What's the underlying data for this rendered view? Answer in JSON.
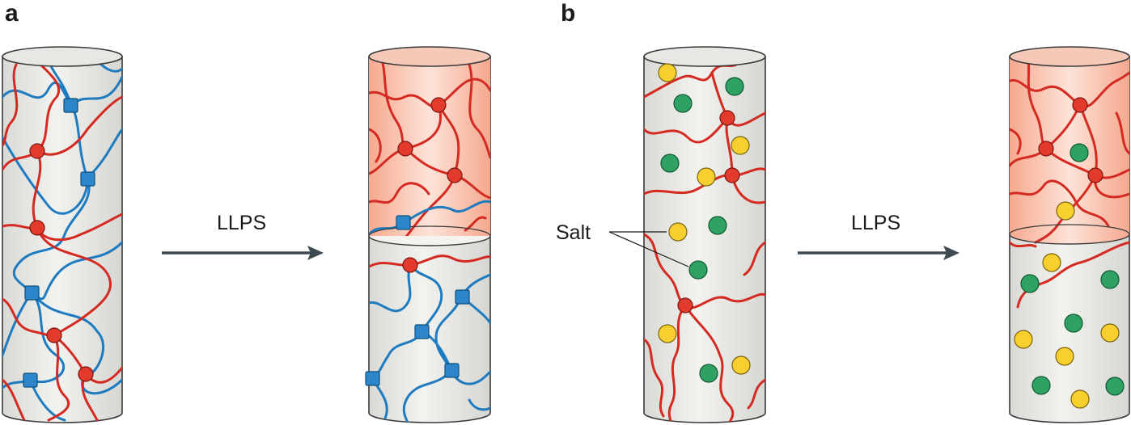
{
  "panels": {
    "a": {
      "label": "a",
      "arrow_label": "LLPS"
    },
    "b": {
      "label": "b",
      "arrow_label": "LLPS",
      "callout": "Salt"
    }
  },
  "colors": {
    "tube_fill": "#e9e9e6",
    "dense_phase": "#f7b59e",
    "polymer_red": "#d42a21",
    "polymer_blue": "#1f7bbf",
    "crosslink_red": "#e23a2c",
    "crosslink_blue": "#2c86c9",
    "salt_yellow": "#f7cf2e",
    "salt_green": "#2ea163",
    "arrow": "#3e4a52"
  }
}
